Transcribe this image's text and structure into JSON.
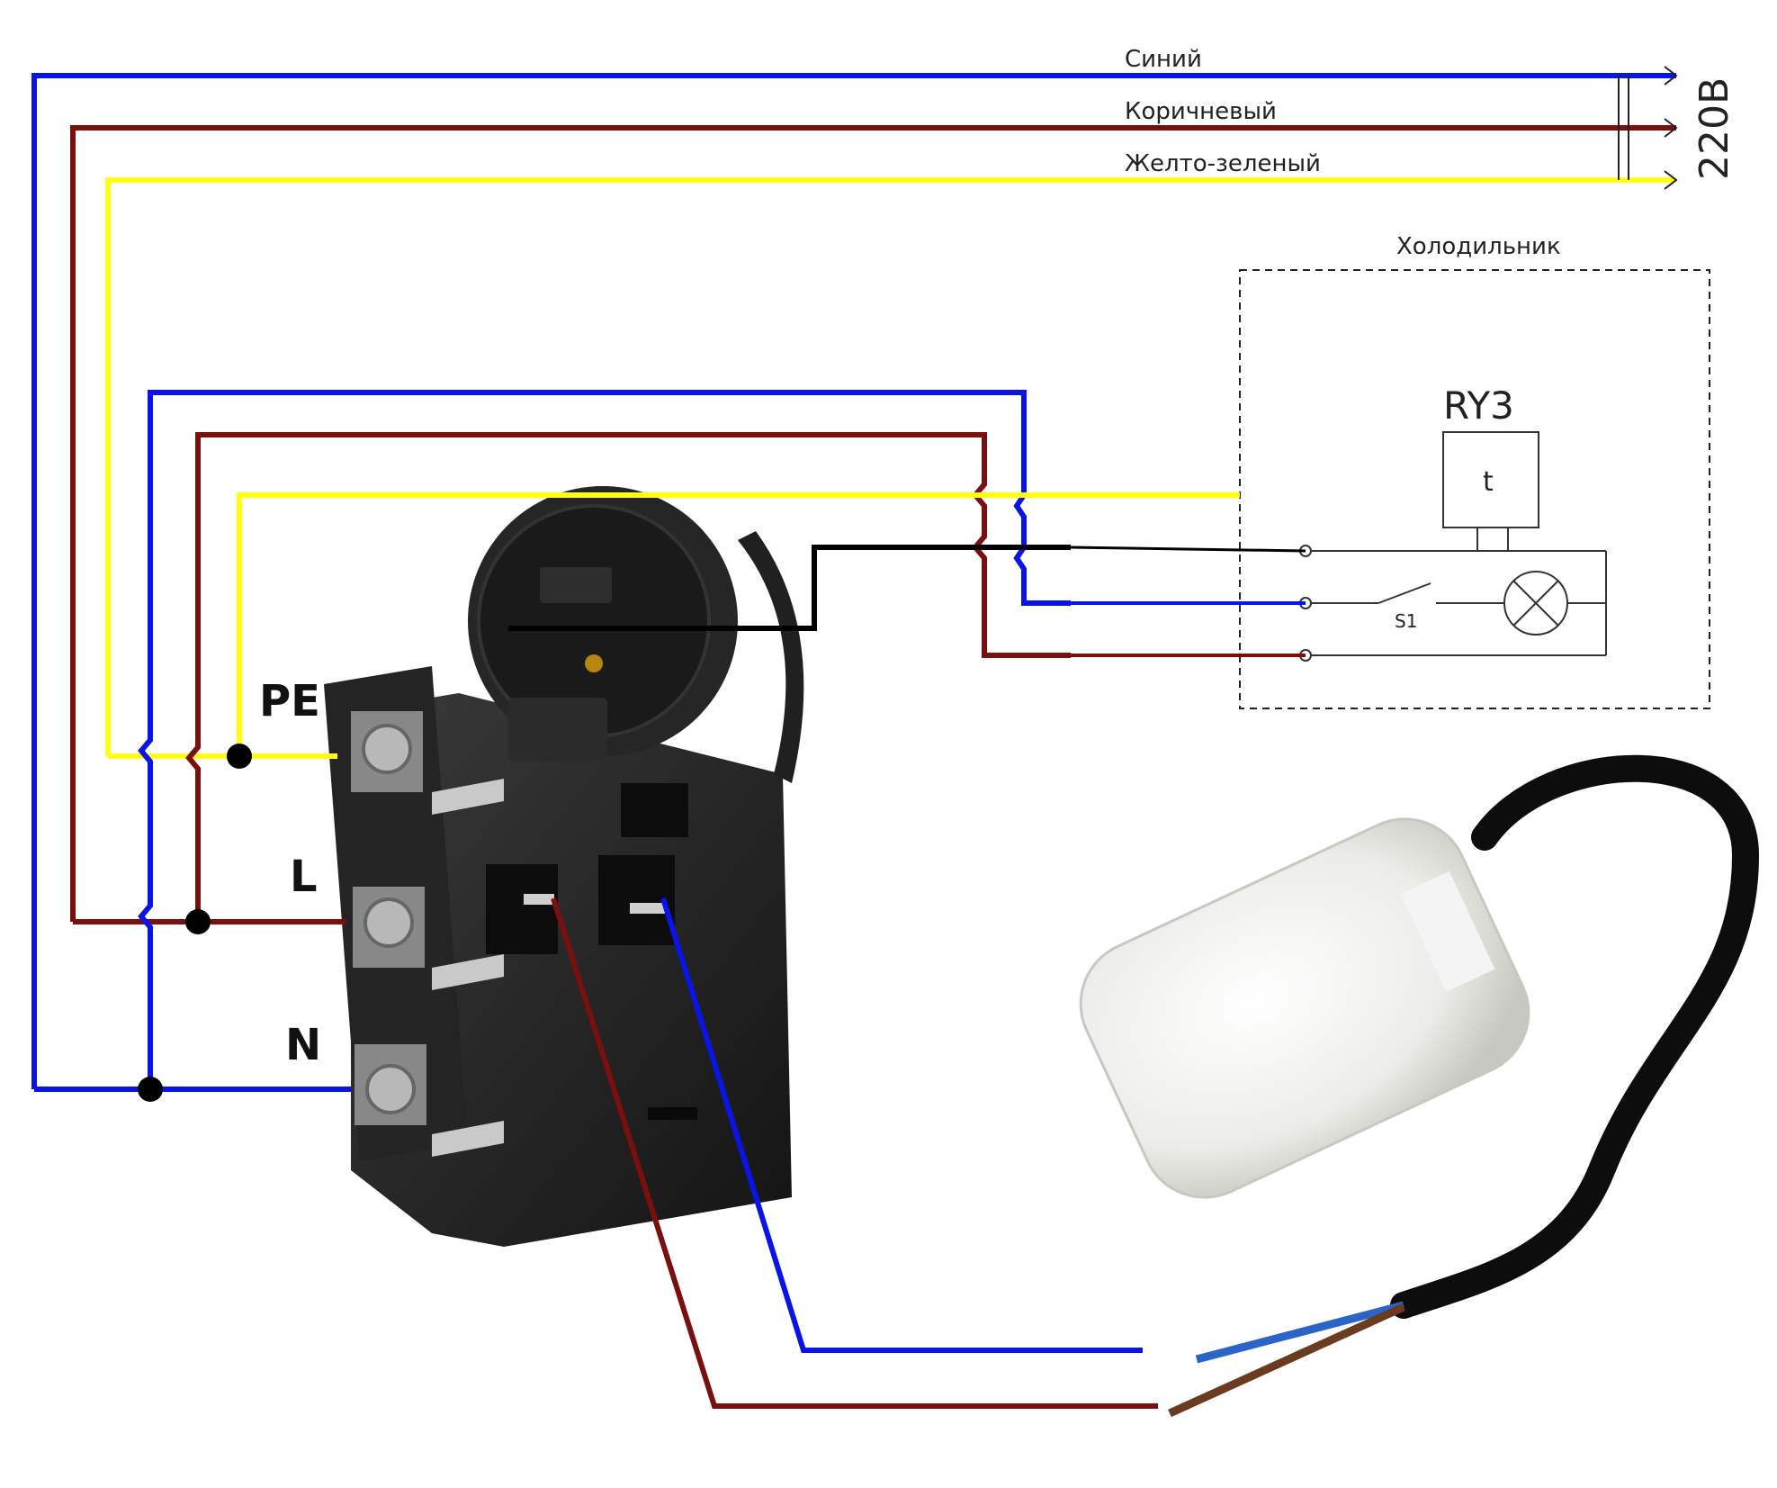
{
  "colors": {
    "blue": "#0a14e6",
    "brown": "#7a0f0f",
    "yellow": "#ffff10",
    "black": "#000000",
    "relay_body": "#1e1e1e",
    "capacitor": "#eeeeea"
  },
  "wires": {
    "blue_label": "Синий",
    "brown_label": "Коричневый",
    "yellow_green_label": "Желто-зеленый",
    "supply_label": "220В"
  },
  "fridge": {
    "title": "Холодильник",
    "relay_label": "RY3",
    "thermostat_label": "t",
    "switch_label": "S1"
  },
  "terminals": {
    "pe_label": "PE",
    "l_label": "L",
    "n_label": "N"
  },
  "icons": [
    "arrow-icon",
    "lamp-icon",
    "switch-icon",
    "junction-dot-icon",
    "screw-terminal-icon"
  ]
}
